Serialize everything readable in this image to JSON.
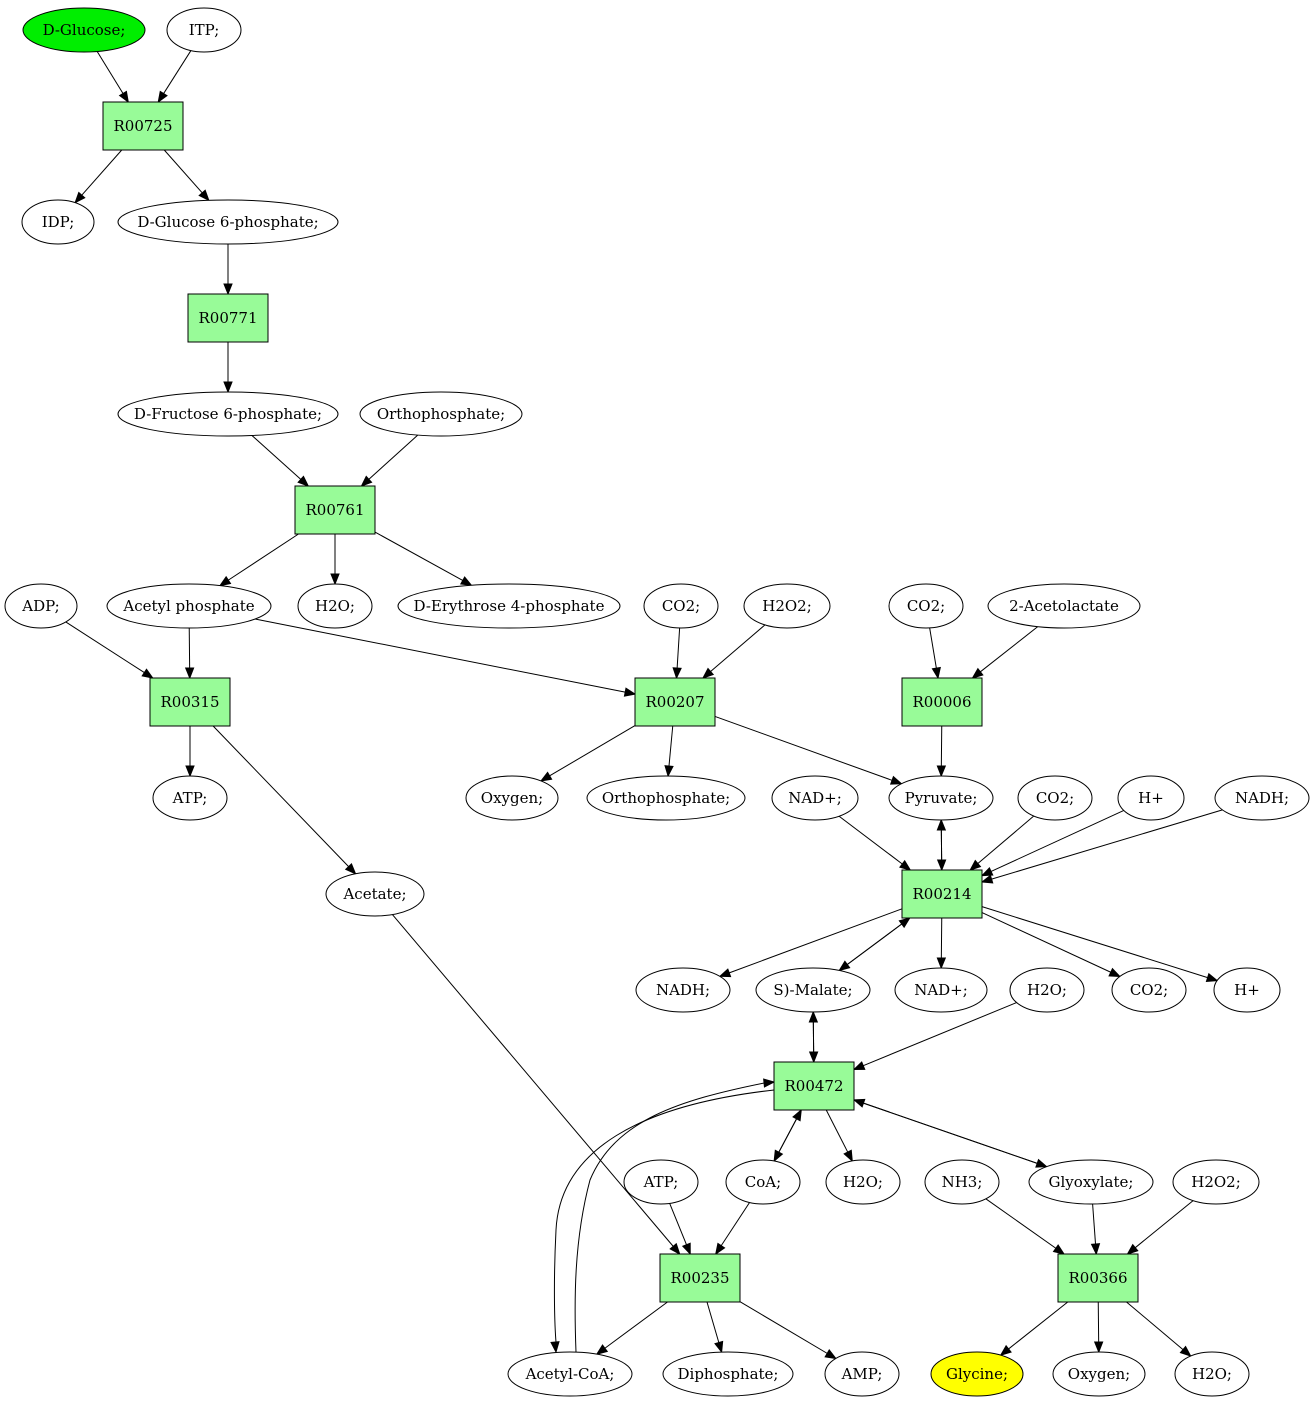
{
  "colors": {
    "reaction_fill": "#98fb98",
    "compound_fill": "#ffffff",
    "start_fill": "#00ee00",
    "end_fill": "#ffff00",
    "stroke": "#000000"
  },
  "nodes": [
    {
      "id": "glucose",
      "label": "D-Glucose;",
      "kind": "compound",
      "role": "start"
    },
    {
      "id": "itp",
      "label": "ITP;",
      "kind": "compound"
    },
    {
      "id": "r00725",
      "label": "R00725",
      "kind": "reaction"
    },
    {
      "id": "idp",
      "label": "IDP;",
      "kind": "compound"
    },
    {
      "id": "g6p",
      "label": "D-Glucose 6-phosphate;",
      "kind": "compound"
    },
    {
      "id": "r00771",
      "label": "R00771",
      "kind": "reaction"
    },
    {
      "id": "f6p",
      "label": "D-Fructose 6-phosphate;",
      "kind": "compound"
    },
    {
      "id": "ortho1",
      "label": "Orthophosphate;",
      "kind": "compound"
    },
    {
      "id": "r00761",
      "label": "R00761",
      "kind": "reaction"
    },
    {
      "id": "adp",
      "label": "ADP;",
      "kind": "compound"
    },
    {
      "id": "acetylp",
      "label": "Acetyl phosphate",
      "kind": "compound"
    },
    {
      "id": "h2o_a",
      "label": "H2O;",
      "kind": "compound"
    },
    {
      "id": "e4p",
      "label": "D-Erythrose 4-phosphate",
      "kind": "compound"
    },
    {
      "id": "co2_a",
      "label": "CO2;",
      "kind": "compound"
    },
    {
      "id": "h2o2_a",
      "label": "H2O2;",
      "kind": "compound"
    },
    {
      "id": "co2_b",
      "label": "CO2;",
      "kind": "compound"
    },
    {
      "id": "acetolactate",
      "label": "2-Acetolactate",
      "kind": "compound"
    },
    {
      "id": "r00315",
      "label": "R00315",
      "kind": "reaction"
    },
    {
      "id": "r00207",
      "label": "R00207",
      "kind": "reaction"
    },
    {
      "id": "r00006",
      "label": "R00006",
      "kind": "reaction"
    },
    {
      "id": "atp_a",
      "label": "ATP;",
      "kind": "compound"
    },
    {
      "id": "oxygen_a",
      "label": "Oxygen;",
      "kind": "compound"
    },
    {
      "id": "ortho2",
      "label": "Orthophosphate;",
      "kind": "compound"
    },
    {
      "id": "nadp_a",
      "label": "NAD+;",
      "kind": "compound"
    },
    {
      "id": "pyruvate",
      "label": "Pyruvate;",
      "kind": "compound"
    },
    {
      "id": "co2_c",
      "label": "CO2;",
      "kind": "compound"
    },
    {
      "id": "hplus_a",
      "label": "H+",
      "kind": "compound"
    },
    {
      "id": "nadh_a",
      "label": "NADH;",
      "kind": "compound"
    },
    {
      "id": "acetate",
      "label": "Acetate;",
      "kind": "compound"
    },
    {
      "id": "r00214",
      "label": "R00214",
      "kind": "reaction"
    },
    {
      "id": "nadh_b",
      "label": "NADH;",
      "kind": "compound"
    },
    {
      "id": "malate",
      "label": "S)-Malate;",
      "kind": "compound"
    },
    {
      "id": "nadp_b",
      "label": "NAD+;",
      "kind": "compound"
    },
    {
      "id": "h2o_b",
      "label": "H2O;",
      "kind": "compound"
    },
    {
      "id": "co2_d",
      "label": "CO2;",
      "kind": "compound"
    },
    {
      "id": "hplus_b",
      "label": "H+",
      "kind": "compound"
    },
    {
      "id": "r00472",
      "label": "R00472",
      "kind": "reaction"
    },
    {
      "id": "atp_b",
      "label": "ATP;",
      "kind": "compound"
    },
    {
      "id": "coa",
      "label": "CoA;",
      "kind": "compound"
    },
    {
      "id": "h2o_c",
      "label": "H2O;",
      "kind": "compound"
    },
    {
      "id": "nh3",
      "label": "NH3;",
      "kind": "compound"
    },
    {
      "id": "glyoxylate",
      "label": "Glyoxylate;",
      "kind": "compound"
    },
    {
      "id": "h2o2_b",
      "label": "H2O2;",
      "kind": "compound"
    },
    {
      "id": "r00235",
      "label": "R00235",
      "kind": "reaction"
    },
    {
      "id": "r00366",
      "label": "R00366",
      "kind": "reaction"
    },
    {
      "id": "acetylcoa",
      "label": "Acetyl-CoA;",
      "kind": "compound"
    },
    {
      "id": "diphosphate",
      "label": "Diphosphate;",
      "kind": "compound"
    },
    {
      "id": "amp",
      "label": "AMP;",
      "kind": "compound"
    },
    {
      "id": "glycine",
      "label": "Glycine;",
      "kind": "compound",
      "role": "end"
    },
    {
      "id": "oxygen_b",
      "label": "Oxygen;",
      "kind": "compound"
    },
    {
      "id": "h2o_d",
      "label": "H2O;",
      "kind": "compound"
    }
  ],
  "edges": [
    {
      "from": "glucose",
      "to": "r00725"
    },
    {
      "from": "itp",
      "to": "r00725"
    },
    {
      "from": "r00725",
      "to": "idp"
    },
    {
      "from": "r00725",
      "to": "g6p"
    },
    {
      "from": "g6p",
      "to": "r00771"
    },
    {
      "from": "r00771",
      "to": "f6p"
    },
    {
      "from": "f6p",
      "to": "r00761"
    },
    {
      "from": "ortho1",
      "to": "r00761"
    },
    {
      "from": "r00761",
      "to": "acetylp"
    },
    {
      "from": "r00761",
      "to": "h2o_a"
    },
    {
      "from": "r00761",
      "to": "e4p"
    },
    {
      "from": "adp",
      "to": "r00315"
    },
    {
      "from": "acetylp",
      "to": "r00315"
    },
    {
      "from": "acetylp",
      "to": "r00207"
    },
    {
      "from": "co2_a",
      "to": "r00207"
    },
    {
      "from": "h2o2_a",
      "to": "r00207"
    },
    {
      "from": "co2_b",
      "to": "r00006"
    },
    {
      "from": "acetolactate",
      "to": "r00006"
    },
    {
      "from": "r00315",
      "to": "atp_a"
    },
    {
      "from": "r00315",
      "to": "acetate"
    },
    {
      "from": "r00207",
      "to": "oxygen_a"
    },
    {
      "from": "r00207",
      "to": "ortho2"
    },
    {
      "from": "r00207",
      "to": "pyruvate"
    },
    {
      "from": "r00006",
      "to": "pyruvate"
    },
    {
      "from": "pyruvate",
      "to": "r00214",
      "lane": "a"
    },
    {
      "from": "r00214",
      "to": "pyruvate",
      "lane": "b"
    },
    {
      "from": "nadp_a",
      "to": "r00214"
    },
    {
      "from": "co2_c",
      "to": "r00214"
    },
    {
      "from": "hplus_a",
      "to": "r00214"
    },
    {
      "from": "nadh_a",
      "to": "r00214"
    },
    {
      "from": "r00214",
      "to": "nadh_b"
    },
    {
      "from": "r00214",
      "to": "malate",
      "lane": "a"
    },
    {
      "from": "malate",
      "to": "r00214",
      "lane": "b"
    },
    {
      "from": "r00214",
      "to": "nadp_b"
    },
    {
      "from": "r00214",
      "to": "co2_d"
    },
    {
      "from": "r00214",
      "to": "hplus_b"
    },
    {
      "from": "malate",
      "to": "r00472",
      "lane": "a"
    },
    {
      "from": "r00472",
      "to": "malate",
      "lane": "b"
    },
    {
      "from": "h2o_b",
      "to": "r00472"
    },
    {
      "from": "r00472",
      "to": "coa",
      "lane": "a"
    },
    {
      "from": "coa",
      "to": "r00472",
      "lane": "b"
    },
    {
      "from": "r00472",
      "to": "h2o_c"
    },
    {
      "from": "r00472",
      "to": "glyoxylate",
      "lane": "a"
    },
    {
      "from": "glyoxylate",
      "to": "r00472",
      "lane": "b"
    },
    {
      "from": "r00472",
      "to": "acetylcoa",
      "curve": "outer"
    },
    {
      "from": "acetylcoa",
      "to": "r00472",
      "curve": "inner"
    },
    {
      "from": "acetate",
      "to": "r00235"
    },
    {
      "from": "atp_b",
      "to": "r00235"
    },
    {
      "from": "coa",
      "to": "r00235"
    },
    {
      "from": "r00235",
      "to": "acetylcoa"
    },
    {
      "from": "r00235",
      "to": "diphosphate"
    },
    {
      "from": "r00235",
      "to": "amp"
    },
    {
      "from": "nh3",
      "to": "r00366"
    },
    {
      "from": "glyoxylate",
      "to": "r00366"
    },
    {
      "from": "h2o2_b",
      "to": "r00366"
    },
    {
      "from": "r00366",
      "to": "glycine"
    },
    {
      "from": "r00366",
      "to": "oxygen_b"
    },
    {
      "from": "r00366",
      "to": "h2o_d"
    }
  ]
}
